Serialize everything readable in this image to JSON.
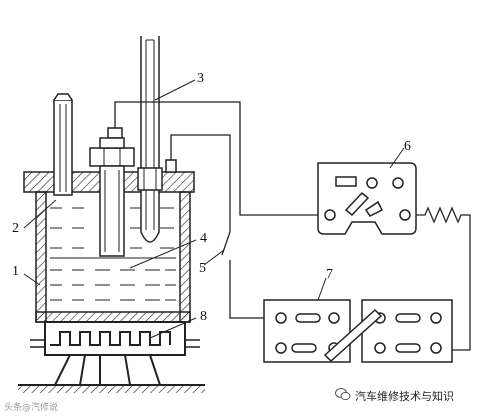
{
  "callouts": [
    {
      "id": "1",
      "text": "1"
    },
    {
      "id": "2",
      "text": "2"
    },
    {
      "id": "3",
      "text": "3"
    },
    {
      "id": "4",
      "text": "4"
    },
    {
      "id": "5",
      "text": "5"
    },
    {
      "id": "6",
      "text": "6"
    },
    {
      "id": "7",
      "text": "7"
    },
    {
      "id": "8",
      "text": "8"
    }
  ],
  "watermark": {
    "left_text": "头条@汽修说",
    "right_text": "汽车维修技术与知识"
  }
}
